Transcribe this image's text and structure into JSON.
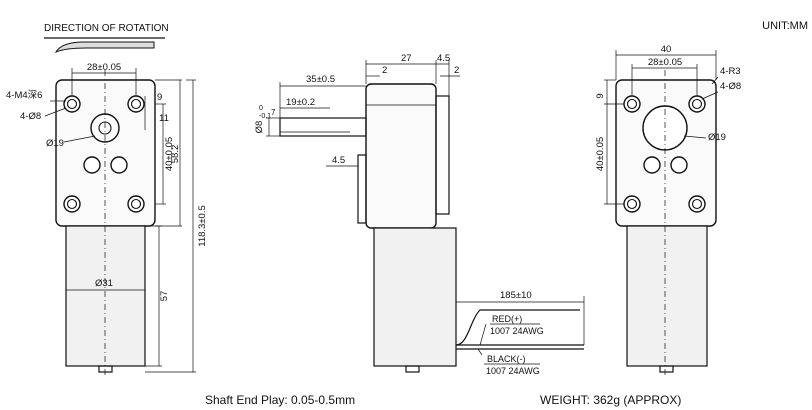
{
  "header": {
    "rotation_label": "DIRECTION OF ROTATION",
    "unit_label": "UNIT:MM"
  },
  "front_view": {
    "width_dim": "28±0.05",
    "thread_callout": "4-M4深6",
    "hole_callout": "4-Ø8",
    "bore_callout": "Ø19",
    "offset_9": "9",
    "offset_11": "11",
    "pitch_dim": "40±0.05",
    "height_dim": "58.2",
    "total_dim": "118.3±0.5",
    "motor_dia": "Ø31",
    "motor_len": "57"
  },
  "side_view": {
    "shaft_len": "35±0.5",
    "flat_len": "19±0.2",
    "tol_upper": "0",
    "tol_lower": "-0.1",
    "tol_base": "7",
    "shaft_dia": "Ø8",
    "box_depth": "27",
    "cap_4_5": "4.5",
    "flange_2_left": "2",
    "flange_2_right": "2",
    "step_4_5": "4.5",
    "wire_len": "185±10",
    "wire_red": "RED(+)",
    "wire_red_spec": "1007 24AWG",
    "wire_black": "BLACK(-)",
    "wire_black_spec": "1007 24AWG"
  },
  "rear_view": {
    "width_dim": "40",
    "inner_dim": "28±0.05",
    "radius_callout": "4-R3",
    "hole_callout": "4-Ø8",
    "offset_9": "9",
    "pitch_dim": "40±0.05",
    "bore_callout": "Ø19"
  },
  "footer": {
    "shaft_play": "Shaft End Play: 0.05-0.5mm",
    "weight": "WEIGHT: 362g (APPROX)"
  }
}
